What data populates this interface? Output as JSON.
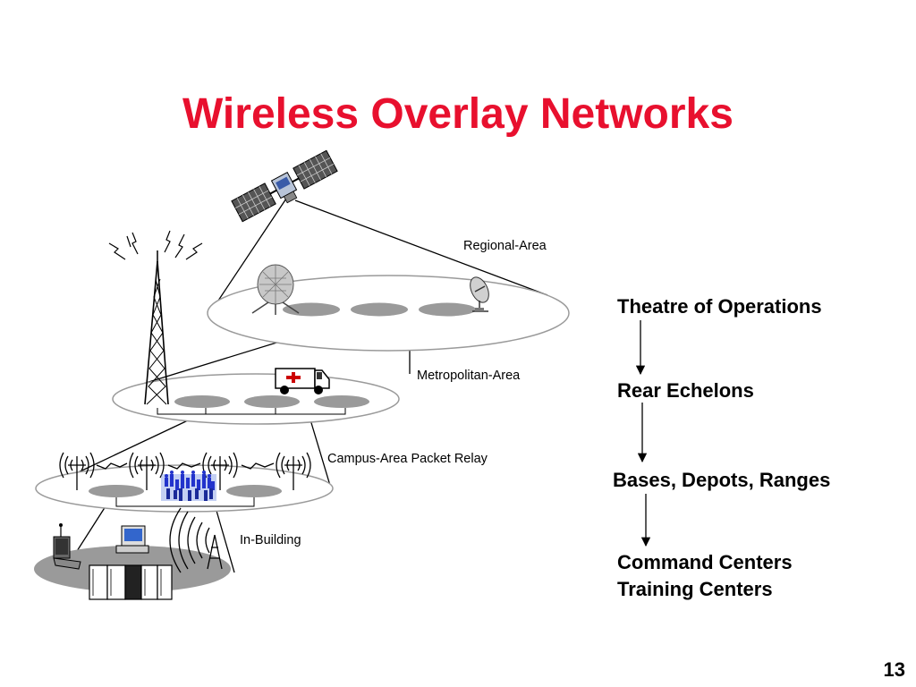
{
  "slide": {
    "title": "Wireless Overlay Networks",
    "page_number": "13",
    "accent_color": "#e8102e"
  },
  "diagram": {
    "areas": {
      "regional": "Regional-Area",
      "metropolitan": "Metropolitan-Area",
      "campus": "Campus-Area Packet Relay",
      "building": "In-Building"
    },
    "icons": [
      "satellite-icon",
      "satellite-dish-icon",
      "radio-tower-icon",
      "ambulance-van-icon",
      "antenna-icon",
      "crowd-icon",
      "computer-icon",
      "laptop-icon",
      "server-rack-icon"
    ]
  },
  "hierarchy": {
    "level1": "Theatre of Operations",
    "level2": "Rear Echelons",
    "level3": "Bases, Depots, Ranges",
    "level4_line1": "Command Centers",
    "level4_line2": "Training Centers"
  }
}
